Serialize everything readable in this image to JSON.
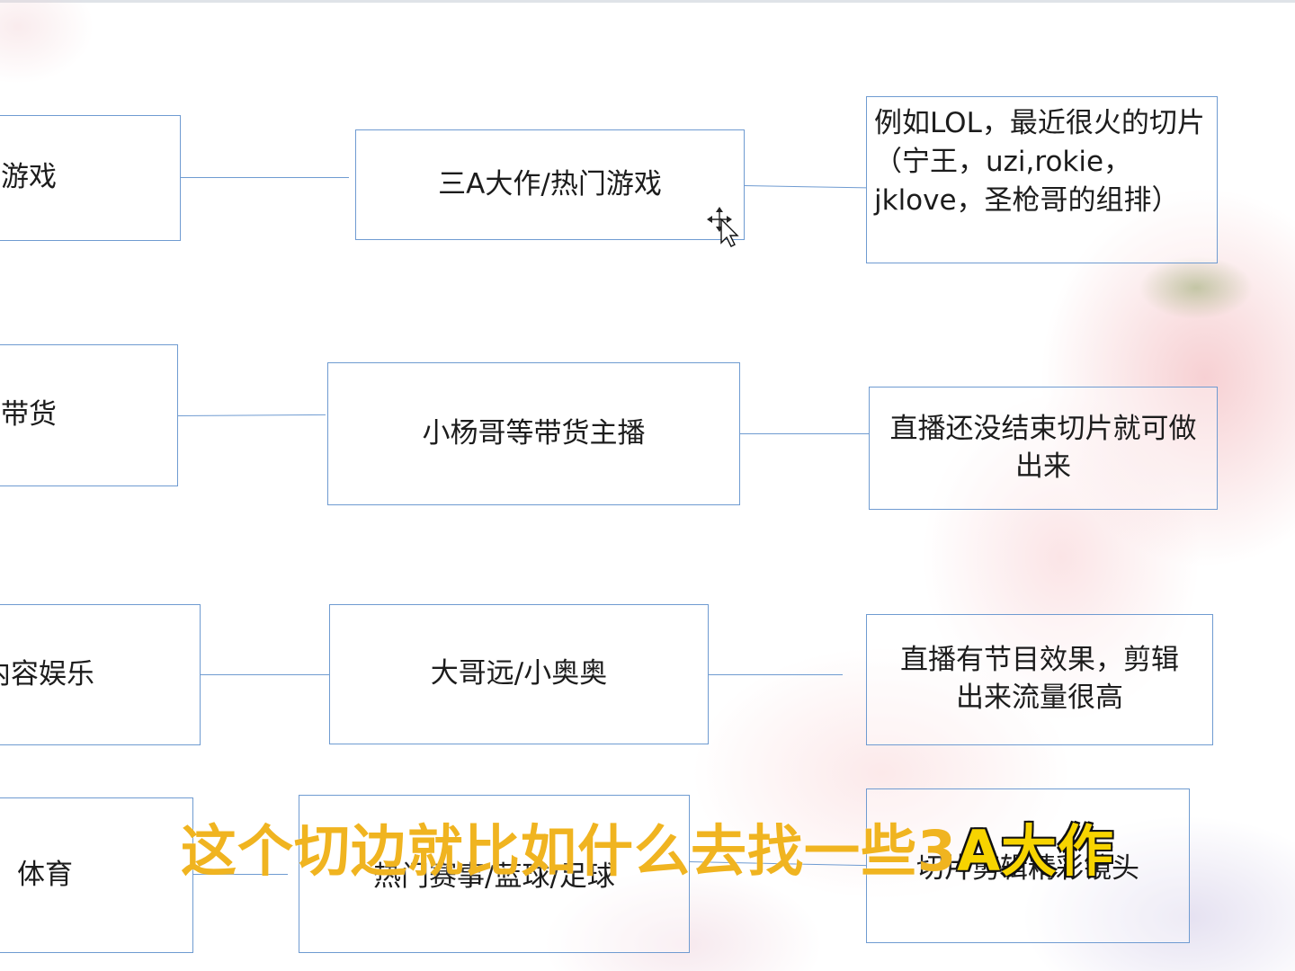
{
  "categories": [
    {
      "label": "游戏",
      "example": "三A大作/热门游戏",
      "note": "例如LOL，最近很火的切片（宁王，uzi,rokie，jklove，圣枪哥的组排）"
    },
    {
      "label": "带货",
      "example": "小杨哥等带货主播",
      "note": "直播还没结束切片就可做出来"
    },
    {
      "label": "内容娱乐",
      "example": "大哥远/小奥奥",
      "note": "直播有节目效果，剪辑出来流量很高"
    },
    {
      "label": "体育",
      "example": "热门赛事/蓝球/足球",
      "note": "切片剪辑精彩镜头"
    }
  ],
  "caption": {
    "main": "这个切边就比如什么去找一些3",
    "highlight": "A大作"
  },
  "colors": {
    "box_border": "#6f9bd1",
    "caption": "#f0b420",
    "caption_highlight": "#f7d400"
  }
}
